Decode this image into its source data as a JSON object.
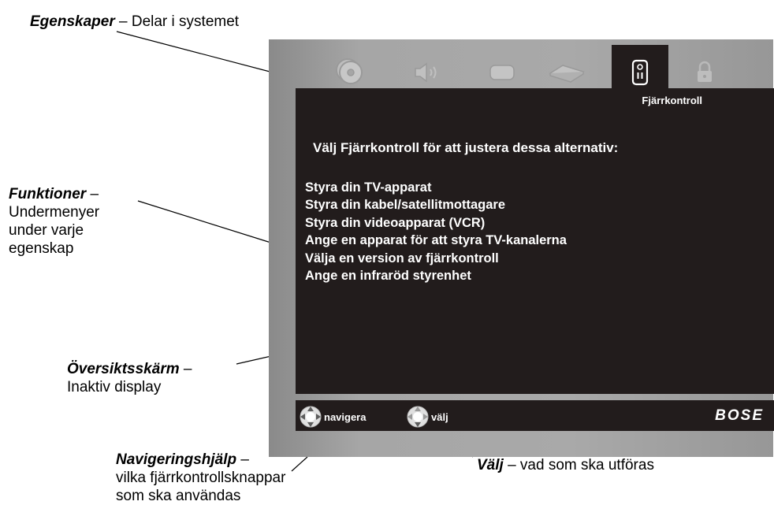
{
  "callouts": {
    "egenskaper": {
      "title": "Egenskaper",
      "text": " – Delar i systemet"
    },
    "funktioner": {
      "title": "Funktioner",
      "dash": " –",
      "lines": [
        "Undermenyer",
        "under varje",
        "egenskap"
      ]
    },
    "oversikt": {
      "title": "Översiktsskärm",
      "dash": " –",
      "lines": [
        "Inaktiv display"
      ]
    },
    "navigering": {
      "title": "Navigeringshjälp",
      "dash": " –",
      "lines": [
        "vilka fjärrkontrollsknappar",
        "som ska användas"
      ]
    },
    "valj": {
      "title": "Välj",
      "text": " – vad som ska utföras"
    }
  },
  "tabs": [
    {
      "icon": "disc-icon"
    },
    {
      "icon": "speaker-icon"
    },
    {
      "icon": "display-icon"
    },
    {
      "icon": "media-device-icon"
    },
    {
      "icon": "remote-control-icon",
      "active": true
    },
    {
      "icon": "lock-icon"
    }
  ],
  "screen": {
    "active_tab_label": "Fjärrkontroll",
    "heading": "Välj Fjärrkontroll för att justera dessa alternativ:",
    "items": [
      "Styra din TV-apparat",
      "Styra din kabel/satellitmottagare",
      "Styra din videoapparat (VCR)",
      "Ange en apparat för att styra TV-kanalerna",
      "Välja en version av fjärrkontroll",
      "Ange en infraröd styrenhet"
    ]
  },
  "bottom_bar": {
    "navigate_label": "navigera",
    "select_label": "välj",
    "brand": "BOSE"
  },
  "colors": {
    "screen_bg": "#221c1c",
    "frame": "#a6a6a6",
    "tab_icon": "#c2c2c2"
  }
}
